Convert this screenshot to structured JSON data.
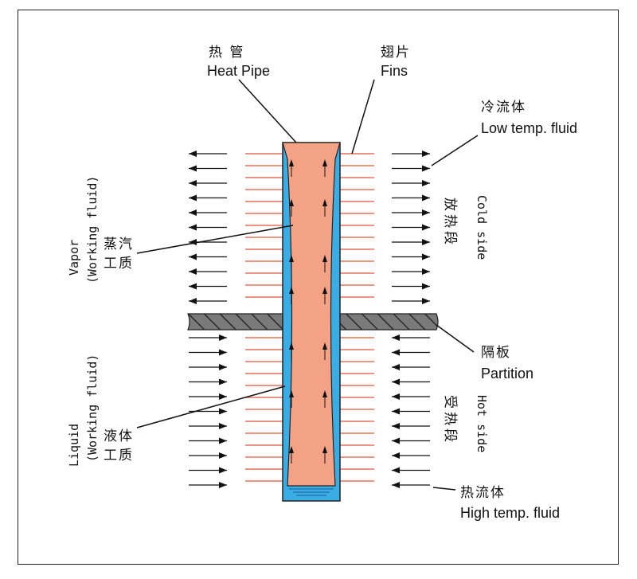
{
  "labels": {
    "heat_pipe_cn": "热 管",
    "heat_pipe_en": "Heat Pipe",
    "fins_cn": "翅片",
    "fins_en": "Fins",
    "low_fluid_cn": "冷流体",
    "low_fluid_en": "Low temp. fluid",
    "vapor_cn_1": "蒸汽",
    "vapor_cn_2": "工质",
    "liquid_cn_1": "液体",
    "liquid_cn_2": "工质",
    "partition_cn": "隔板",
    "partition_en": "Partition",
    "high_fluid_cn": "热流体",
    "high_fluid_en": "High temp. fluid",
    "vapor_en": "Vapor",
    "vapor_working": "(Working fluid)",
    "liquid_en": "Liquid",
    "liquid_working": "(Working fluid)",
    "release_cn": "放热段",
    "cold_side": "Cold side",
    "absorb_cn": "受热段",
    "hot_side": "Hot side"
  },
  "colors": {
    "pipe_core": "#f4a286",
    "pipe_wall": "#3aaee4",
    "fins": "#e0563a",
    "partition": "#6e6e6e",
    "arrow": "#111111"
  }
}
